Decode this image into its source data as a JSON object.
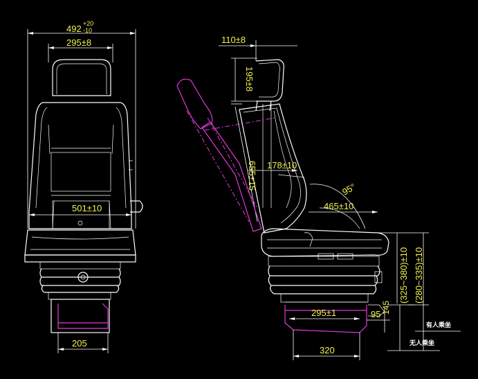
{
  "colors": {
    "background": "#000000",
    "lines": "#ffffff",
    "dimension_text": "#f4f250",
    "highlight": "#e23bd8"
  },
  "front_view": {
    "overall_width": {
      "value": "492",
      "tol_upper": "+20",
      "tol_lower": "-10"
    },
    "headrest_width": "295±8",
    "seat_width": "501±10",
    "base_width": "205"
  },
  "side_view": {
    "headrest_offset": "110±8",
    "headrest_height": "195±8",
    "backrest_height": "655±15",
    "lumbar_depth": "178±10",
    "recline_angle": "95°",
    "seat_depth": "465±10",
    "height_range_a": "(325~380)±10",
    "height_range_b": "(280~335)±10",
    "base_depth": "295±1",
    "rail_offset": "95",
    "rail_height": "145",
    "base_total": "320",
    "note_with_belt": "有人乘坐",
    "note_without_belt": "无人乘坐"
  }
}
